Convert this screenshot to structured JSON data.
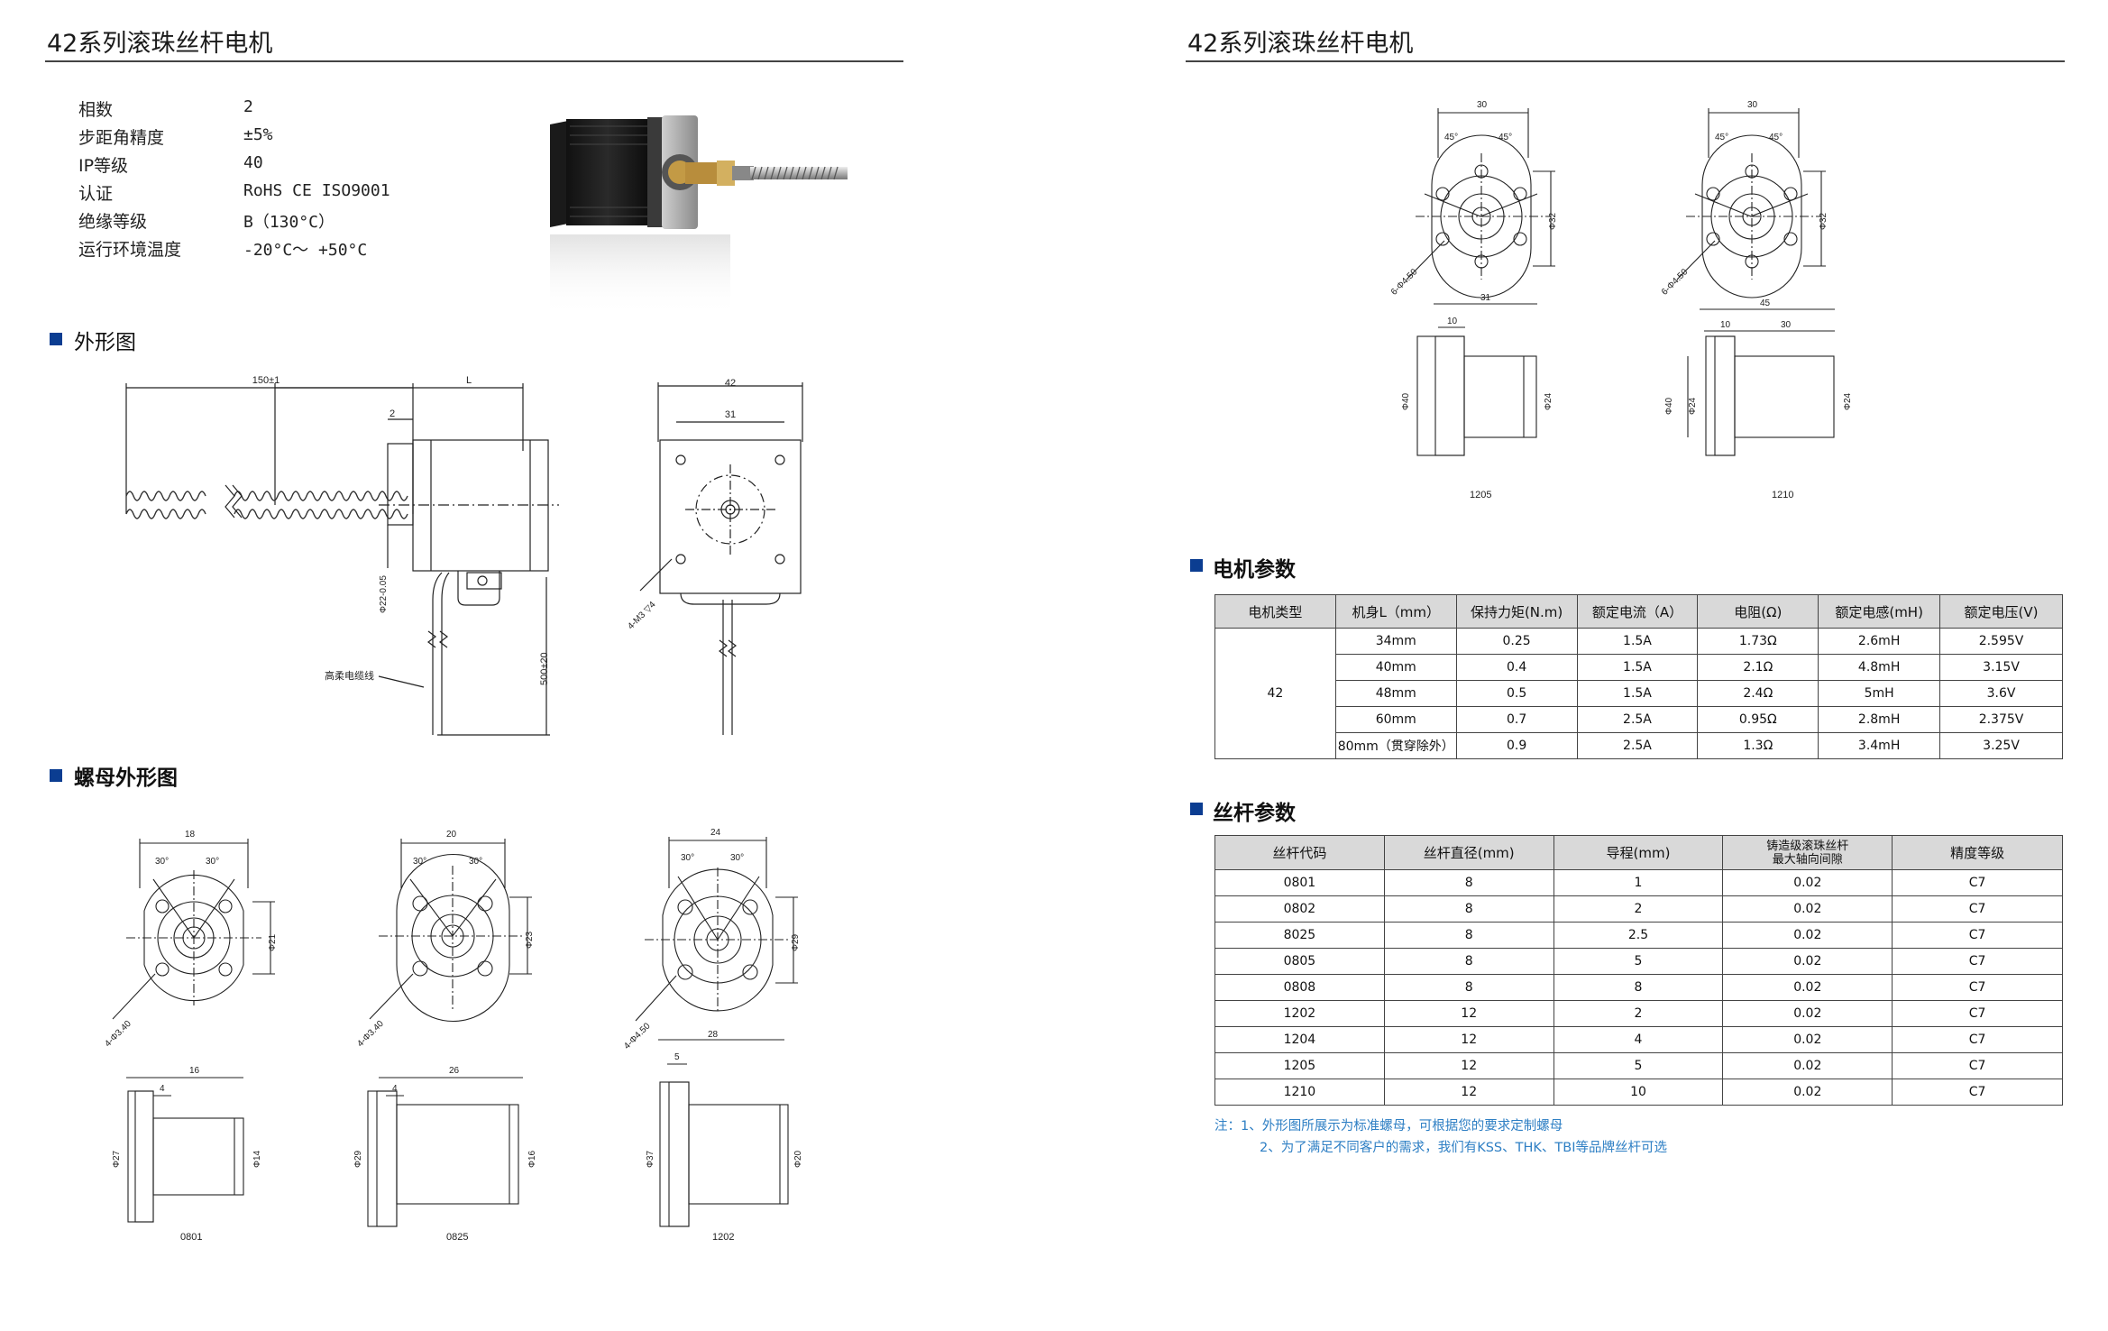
{
  "left": {
    "title": "42系列滚珠丝杆电机",
    "specs": [
      {
        "label": "相数",
        "value": "2"
      },
      {
        "label": "步距角精度",
        "value": "±5%"
      },
      {
        "label": "IP等级",
        "value": "40"
      },
      {
        "label": "认证",
        "value": "RoHS CE ISO9001"
      },
      {
        "label": "绝缘等级",
        "value": "B（130°C）"
      },
      {
        "label": "运行环境温度",
        "value": "-20°C～ +50°C"
      }
    ],
    "section_outline": "外形图",
    "section_nut": "螺母外形图",
    "outline": {
      "dim_150": "150±1",
      "dim_L": "L",
      "dim_2": "2",
      "dim_phi22": "Φ22-0.05",
      "dim_500": "500±20",
      "cable": "高柔电缆线",
      "dim_42": "42",
      "dim_31": "31",
      "dim_m3": "4-M3 ▽4"
    },
    "nuts": [
      {
        "code": "0801",
        "top_w": "18",
        "side_w": "16",
        "flange": "4",
        "holes": "4-Φ3.40",
        "pcd": "Φ21",
        "od": "Φ27",
        "bd": "Φ14",
        "ang": "30°"
      },
      {
        "code": "0825",
        "top_w": "20",
        "side_w": "26",
        "flange": "4",
        "holes": "4-Φ3.40",
        "pcd": "Φ23",
        "od": "Φ29",
        "bd": "Φ16",
        "ang": "30°"
      },
      {
        "code": "1202",
        "top_w": "24",
        "side_w": "28",
        "flange": "5",
        "holes": "4-Φ4.50",
        "pcd": "Φ29",
        "od": "Φ37",
        "bd": "Φ20",
        "ang": "30°"
      }
    ]
  },
  "right": {
    "title": "42系列滚珠丝杆电机",
    "nuts": [
      {
        "code": "1205",
        "top_w": "30",
        "ang": "45°",
        "holes": "6-Φ4.50",
        "pcd": "Φ32",
        "side_w": "31",
        "flange": "10",
        "od": "Φ40",
        "bd": "Φ24"
      },
      {
        "code": "1210",
        "top_w": "30",
        "ang": "45°",
        "holes": "6-Φ4.50",
        "pcd": "Φ32",
        "side_w": "45",
        "flange": "10",
        "flange2": "30",
        "od": "Φ40",
        "bd": "Φ24",
        "bd2": "Φ24"
      }
    ],
    "motor_section": "电机参数",
    "motor_table": {
      "headers": [
        "电机类型",
        "机身L（mm）",
        "保持力矩(N.m)",
        "额定电流（A）",
        "电阻(Ω)",
        "额定电感(mH)",
        "额定电压(V)"
      ],
      "type": "42",
      "rows": [
        [
          "34mm",
          "0.25",
          "1.5A",
          "1.73Ω",
          "2.6mH",
          "2.595V"
        ],
        [
          "40mm",
          "0.4",
          "1.5A",
          "2.1Ω",
          "4.8mH",
          "3.15V"
        ],
        [
          "48mm",
          "0.5",
          "1.5A",
          "2.4Ω",
          "5mH",
          "3.6V"
        ],
        [
          "60mm",
          "0.7",
          "2.5A",
          "0.95Ω",
          "2.8mH",
          "2.375V"
        ],
        [
          "80mm（贯穿除外）",
          "0.9",
          "2.5A",
          "1.3Ω",
          "3.4mH",
          "3.25V"
        ]
      ]
    },
    "screw_section": "丝杆参数",
    "screw_table": {
      "headers": [
        "丝杆代码",
        "丝杆直径(mm)",
        "导程(mm)",
        "铸造级滚珠丝杆最大轴向间隙",
        "精度等级"
      ],
      "header4_line1": "铸造级滚珠丝杆",
      "header4_line2": "最大轴向间隙",
      "rows": [
        [
          "0801",
          "8",
          "1",
          "0.02",
          "C7"
        ],
        [
          "0802",
          "8",
          "2",
          "0.02",
          "C7"
        ],
        [
          "8025",
          "8",
          "2.5",
          "0.02",
          "C7"
        ],
        [
          "0805",
          "8",
          "5",
          "0.02",
          "C7"
        ],
        [
          "0808",
          "8",
          "8",
          "0.02",
          "C7"
        ],
        [
          "1202",
          "12",
          "2",
          "0.02",
          "C7"
        ],
        [
          "1204",
          "12",
          "4",
          "0.02",
          "C7"
        ],
        [
          "1205",
          "12",
          "5",
          "0.02",
          "C7"
        ],
        [
          "1210",
          "12",
          "10",
          "0.02",
          "C7"
        ]
      ]
    },
    "note1": "注：1、外形图所展示为标准螺母，可根据您的要求定制螺母",
    "note2": "2、为了满足不同客户的需求，我们有KSS、THK、TBI等品牌丝杆可选"
  }
}
